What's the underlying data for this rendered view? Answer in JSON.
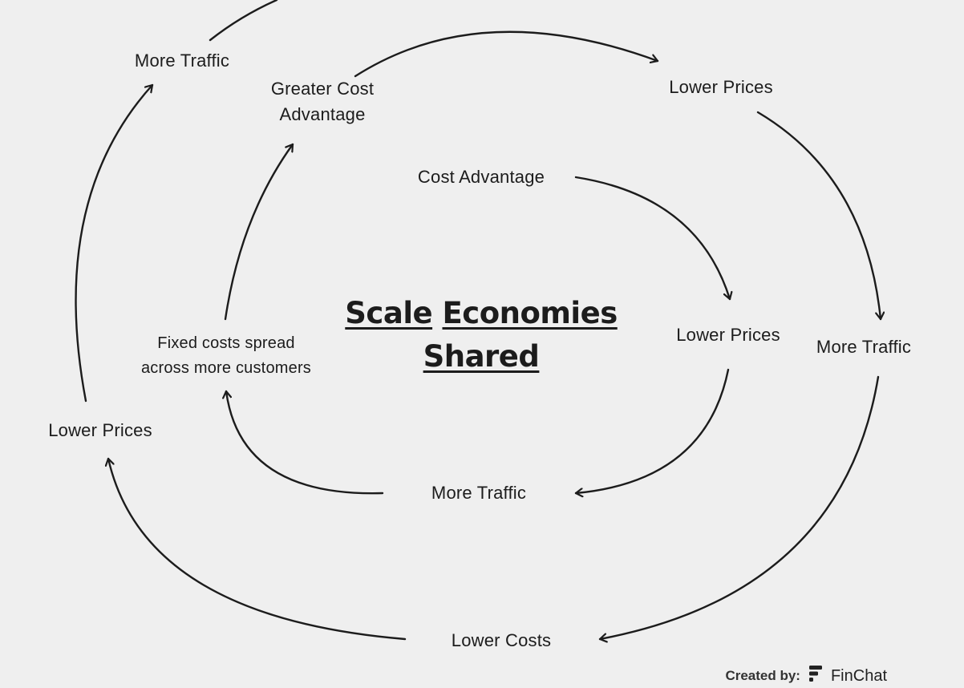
{
  "title": {
    "word_1": "Scale",
    "word_2": "Economies",
    "word_3": "Shared"
  },
  "nodes": {
    "outer_top": "More Traffic",
    "outer_right_top": "Lower Prices",
    "outer_right": "More Traffic",
    "outer_bottom": "Lower Costs",
    "outer_left": "Lower Prices",
    "middle_top_line_1": "Greater Cost",
    "middle_top_line_2": "Advantage",
    "middle_left_line_1": "Fixed costs spread",
    "middle_left_line_2": "across more customers",
    "inner_top": "Cost Advantage",
    "inner_right": "Lower Prices",
    "inner_bottom": "More Traffic"
  },
  "credit": {
    "label": "Created by:",
    "brand": "FinChat",
    "logo_icon": "finchat-logo-icon"
  },
  "colors": {
    "background": "#efefef",
    "ink": "#1c1c1c"
  }
}
